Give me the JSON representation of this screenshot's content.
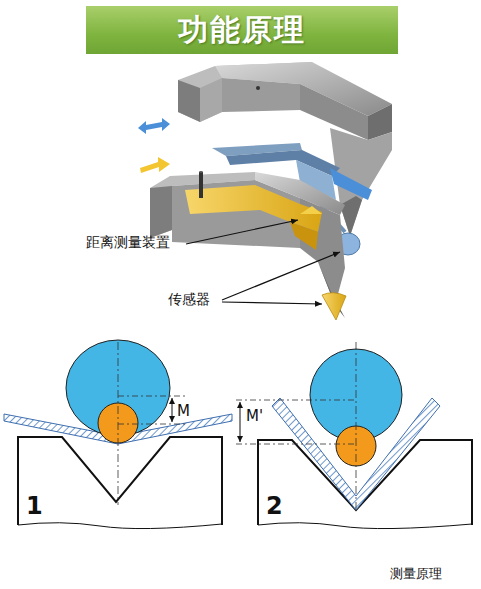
{
  "diagram": {
    "title": "功能原理",
    "caption": "测量原理",
    "labels": [
      "距离测量装置",
      "传感器",
      "M",
      "M'",
      "1",
      "2"
    ]
  }
}
